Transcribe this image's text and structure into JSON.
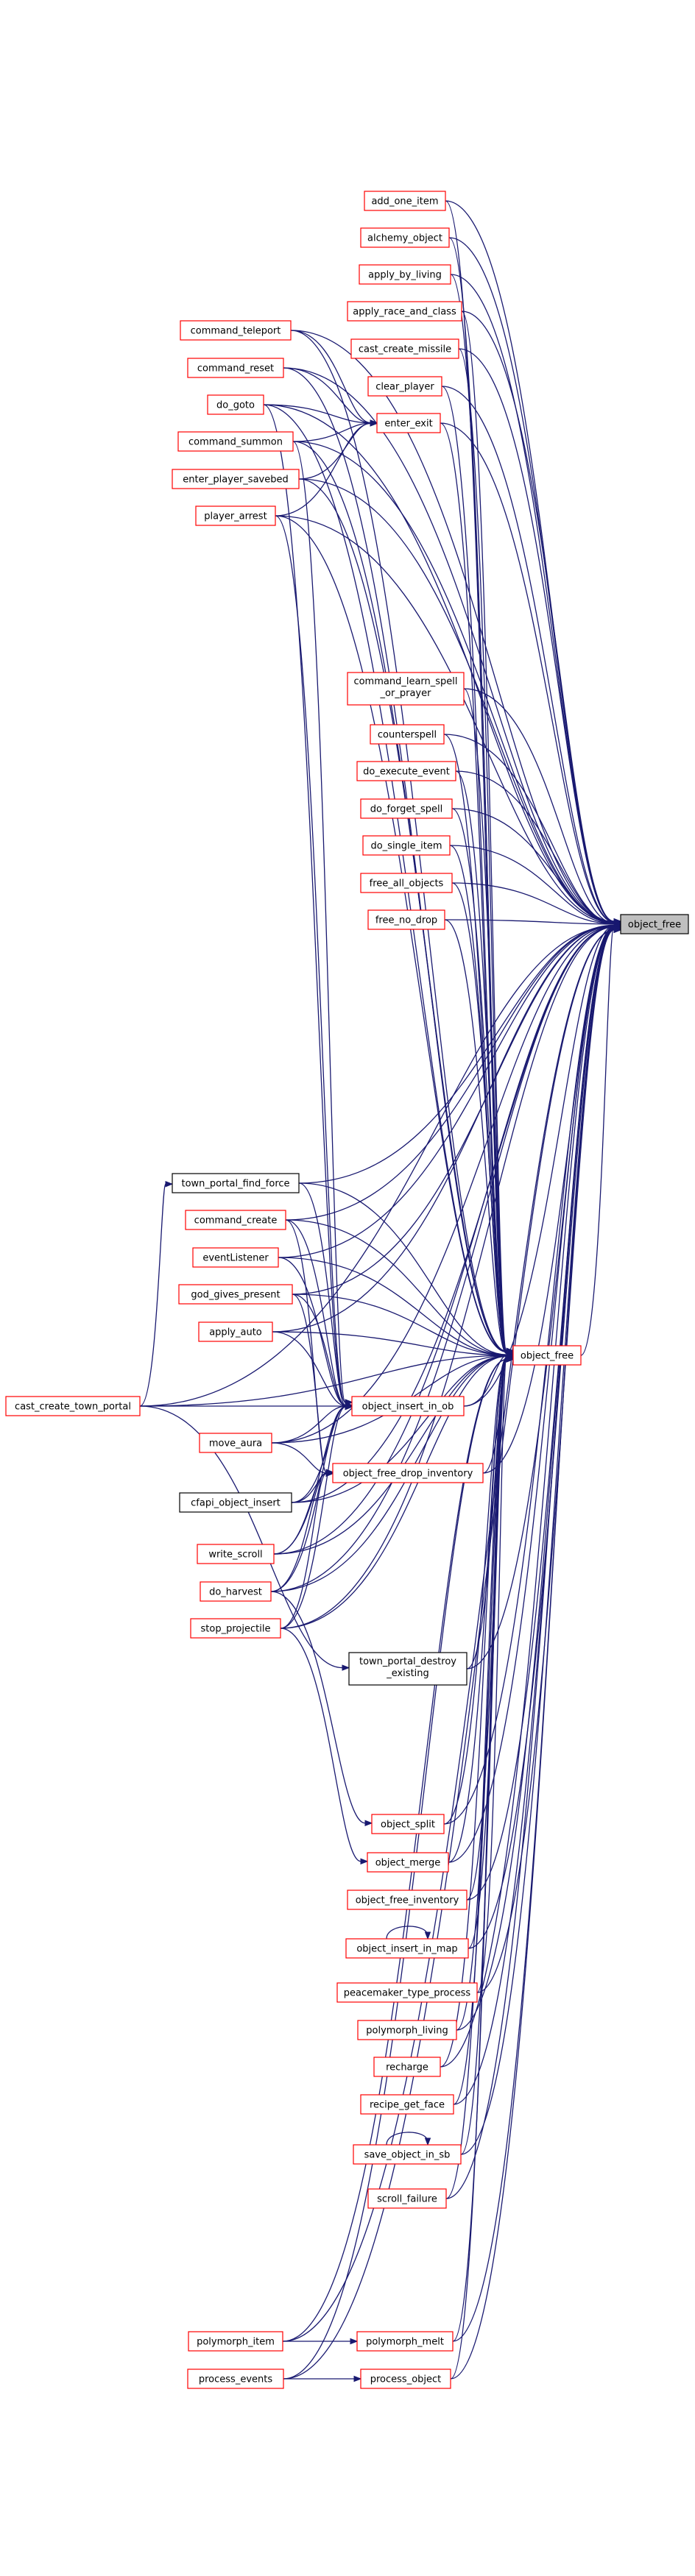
{
  "graph": {
    "target": "object_free",
    "colors": {
      "edge": "#191970",
      "border_ref": "#ff0000",
      "border_plain": "#000000",
      "target_fill": "#bfbfbf"
    },
    "nodes": {
      "object_free_root": "object_free",
      "object_free": "object_free",
      "add_one_item": "add_one_item",
      "alchemy_object": "alchemy_object",
      "apply_by_living": "apply_by_living",
      "apply_race_and_class": "apply_race_and_class",
      "cast_create_missile": "cast_create_missile",
      "clear_player": "clear_player",
      "enter_exit": "enter_exit",
      "command_teleport": "command_teleport",
      "command_reset": "command_reset",
      "do_goto": "do_goto",
      "command_summon": "command_summon",
      "enter_player_savebed": "enter_player_savebed",
      "player_arrest": "player_arrest",
      "command_learn_spell_or_prayer": [
        "command_learn_spell",
        "_or_prayer"
      ],
      "counterspell": "counterspell",
      "do_execute_event": "do_execute_event",
      "do_forget_spell": "do_forget_spell",
      "do_single_item": "do_single_item",
      "free_all_objects": "free_all_objects",
      "free_no_drop": "free_no_drop",
      "town_portal_find_force": "town_portal_find_force",
      "command_create": "command_create",
      "eventListener": "eventListener",
      "god_gives_present": "god_gives_present",
      "apply_auto": "apply_auto",
      "cast_create_town_portal": "cast_create_town_portal",
      "object_insert_in_ob": "object_insert_in_ob",
      "move_aura": "move_aura",
      "object_free_drop_inventory": "object_free_drop_inventory",
      "cfapi_object_insert": "cfapi_object_insert",
      "write_scroll": "write_scroll",
      "do_harvest": "do_harvest",
      "stop_projectile": "stop_projectile",
      "town_portal_destroy_existing": [
        "town_portal_destroy",
        "_existing"
      ],
      "object_split": "object_split",
      "object_merge": "object_merge",
      "object_free_inventory": "object_free_inventory",
      "object_insert_in_map": "object_insert_in_map",
      "peacemaker_type_process": "peacemaker_type_process",
      "polymorph_living": "polymorph_living",
      "recharge": "recharge",
      "recipe_get_face": "recipe_get_face",
      "save_object_in_sb": "save_object_in_sb",
      "scroll_failure": "scroll_failure",
      "polymorph_item": "polymorph_item",
      "polymorph_melt": "polymorph_melt",
      "process_events": "process_events",
      "process_object": "process_object"
    },
    "edges": [
      [
        "object_free",
        "object_free_root"
      ],
      [
        "add_one_item",
        "object_free_root"
      ],
      [
        "alchemy_object",
        "object_free_root"
      ],
      [
        "apply_by_living",
        "object_free_root"
      ],
      [
        "apply_race_and_class",
        "object_free_root"
      ],
      [
        "cast_create_missile",
        "object_free_root"
      ],
      [
        "clear_player",
        "object_free_root"
      ],
      [
        "enter_exit",
        "object_free_root"
      ],
      [
        "command_teleport",
        "object_free_root"
      ],
      [
        "command_reset",
        "object_free_root"
      ],
      [
        "do_goto",
        "object_free_root"
      ],
      [
        "command_summon",
        "object_free_root"
      ],
      [
        "enter_player_savebed",
        "object_free_root"
      ],
      [
        "player_arrest",
        "object_free_root"
      ],
      [
        "command_learn_spell_or_prayer",
        "object_free_root"
      ],
      [
        "counterspell",
        "object_free_root"
      ],
      [
        "do_execute_event",
        "object_free_root"
      ],
      [
        "do_forget_spell",
        "object_free_root"
      ],
      [
        "do_single_item",
        "object_free_root"
      ],
      [
        "free_all_objects",
        "object_free_root"
      ],
      [
        "free_no_drop",
        "object_free_root"
      ],
      [
        "town_portal_find_force",
        "object_free_root"
      ],
      [
        "command_create",
        "object_free_root"
      ],
      [
        "eventListener",
        "object_free_root"
      ],
      [
        "god_gives_present",
        "object_free_root"
      ],
      [
        "apply_auto",
        "object_free_root"
      ],
      [
        "cast_create_town_portal",
        "object_free_root"
      ],
      [
        "object_insert_in_ob",
        "object_free_root"
      ],
      [
        "move_aura",
        "object_free_root"
      ],
      [
        "object_free_drop_inventory",
        "object_free_root"
      ],
      [
        "cfapi_object_insert",
        "object_free_root"
      ],
      [
        "write_scroll",
        "object_free_root"
      ],
      [
        "do_harvest",
        "object_free_root"
      ],
      [
        "stop_projectile",
        "object_free_root"
      ],
      [
        "town_portal_destroy_existing",
        "object_free_root"
      ],
      [
        "object_split",
        "object_free_root"
      ],
      [
        "object_merge",
        "object_free_root"
      ],
      [
        "object_free_inventory",
        "object_free_root"
      ],
      [
        "object_insert_in_map",
        "object_free_root"
      ],
      [
        "peacemaker_type_process",
        "object_free_root"
      ],
      [
        "polymorph_living",
        "object_free_root"
      ],
      [
        "recharge",
        "object_free_root"
      ],
      [
        "recipe_get_face",
        "object_free_root"
      ],
      [
        "save_object_in_sb",
        "object_free_root"
      ],
      [
        "scroll_failure",
        "object_free_root"
      ],
      [
        "polymorph_melt",
        "object_free_root"
      ],
      [
        "process_object",
        "object_free_root"
      ],
      [
        "polymorph_item",
        "object_free_root"
      ],
      [
        "process_events",
        "object_free_root"
      ],
      [
        "command_teleport",
        "enter_exit"
      ],
      [
        "command_reset",
        "enter_exit"
      ],
      [
        "do_goto",
        "enter_exit"
      ],
      [
        "command_summon",
        "enter_exit"
      ],
      [
        "enter_player_savebed",
        "enter_exit"
      ],
      [
        "player_arrest",
        "enter_exit"
      ],
      [
        "add_one_item",
        "object_free"
      ],
      [
        "alchemy_object",
        "object_free"
      ],
      [
        "apply_by_living",
        "object_free"
      ],
      [
        "apply_race_and_class",
        "object_free"
      ],
      [
        "cast_create_missile",
        "object_free"
      ],
      [
        "clear_player",
        "object_free"
      ],
      [
        "enter_exit",
        "object_free"
      ],
      [
        "command_teleport",
        "object_free"
      ],
      [
        "command_reset",
        "object_free"
      ],
      [
        "do_goto",
        "object_free"
      ],
      [
        "command_summon",
        "object_free"
      ],
      [
        "enter_player_savebed",
        "object_free"
      ],
      [
        "player_arrest",
        "object_free"
      ],
      [
        "command_learn_spell_or_prayer",
        "object_free"
      ],
      [
        "counterspell",
        "object_free"
      ],
      [
        "do_execute_event",
        "object_free"
      ],
      [
        "do_forget_spell",
        "object_free"
      ],
      [
        "do_single_item",
        "object_free"
      ],
      [
        "free_all_objects",
        "object_free"
      ],
      [
        "free_no_drop",
        "object_free"
      ],
      [
        "town_portal_find_force",
        "object_free"
      ],
      [
        "command_create",
        "object_free"
      ],
      [
        "eventListener",
        "object_free"
      ],
      [
        "god_gives_present",
        "object_free"
      ],
      [
        "apply_auto",
        "object_free"
      ],
      [
        "cast_create_town_portal",
        "object_free"
      ],
      [
        "object_insert_in_ob",
        "object_free"
      ],
      [
        "move_aura",
        "object_free"
      ],
      [
        "object_free_drop_inventory",
        "object_free"
      ],
      [
        "cfapi_object_insert",
        "object_free"
      ],
      [
        "write_scroll",
        "object_free"
      ],
      [
        "do_harvest",
        "object_free"
      ],
      [
        "stop_projectile",
        "object_free"
      ],
      [
        "town_portal_destroy_existing",
        "object_free"
      ],
      [
        "object_split",
        "object_free"
      ],
      [
        "object_merge",
        "object_free"
      ],
      [
        "object_free_inventory",
        "object_free"
      ],
      [
        "object_insert_in_map",
        "object_free"
      ],
      [
        "peacemaker_type_process",
        "object_free"
      ],
      [
        "polymorph_living",
        "object_free"
      ],
      [
        "recharge",
        "object_free"
      ],
      [
        "recipe_get_face",
        "object_free"
      ],
      [
        "save_object_in_sb",
        "object_free"
      ],
      [
        "scroll_failure",
        "object_free"
      ],
      [
        "polymorph_melt",
        "object_free"
      ],
      [
        "process_object",
        "object_free"
      ],
      [
        "polymorph_item",
        "object_free"
      ],
      [
        "process_events",
        "object_free"
      ],
      [
        "town_portal_find_force",
        "object_insert_in_ob"
      ],
      [
        "command_create",
        "object_insert_in_ob"
      ],
      [
        "eventListener",
        "object_insert_in_ob"
      ],
      [
        "god_gives_present",
        "object_insert_in_ob"
      ],
      [
        "apply_auto",
        "object_insert_in_ob"
      ],
      [
        "cast_create_town_portal",
        "object_insert_in_ob"
      ],
      [
        "move_aura",
        "object_insert_in_ob"
      ],
      [
        "cfapi_object_insert",
        "object_insert_in_ob"
      ],
      [
        "write_scroll",
        "object_insert_in_ob"
      ],
      [
        "do_harvest",
        "object_insert_in_ob"
      ],
      [
        "stop_projectile",
        "object_insert_in_ob"
      ],
      [
        "command_summon",
        "object_insert_in_ob"
      ],
      [
        "do_goto",
        "object_insert_in_ob"
      ],
      [
        "player_arrest",
        "object_insert_in_ob"
      ],
      [
        "move_aura",
        "object_free_drop_inventory"
      ],
      [
        "cfapi_object_insert",
        "object_free_drop_inventory"
      ],
      [
        "write_scroll",
        "object_free_drop_inventory"
      ],
      [
        "do_harvest",
        "object_free_drop_inventory"
      ],
      [
        "stop_projectile",
        "object_free_drop_inventory"
      ],
      [
        "god_gives_present",
        "object_free_drop_inventory"
      ],
      [
        "command_create",
        "object_free_drop_inventory"
      ],
      [
        "cast_create_town_portal",
        "town_portal_find_force"
      ],
      [
        "cast_create_town_portal",
        "town_portal_destroy_existing"
      ],
      [
        "do_harvest",
        "object_split"
      ],
      [
        "stop_projectile",
        "object_merge"
      ],
      [
        "object_insert_in_map",
        "object_insert_in_map"
      ],
      [
        "save_object_in_sb",
        "save_object_in_sb"
      ],
      [
        "polymorph_item",
        "polymorph_melt"
      ],
      [
        "process_events",
        "process_object"
      ]
    ]
  }
}
